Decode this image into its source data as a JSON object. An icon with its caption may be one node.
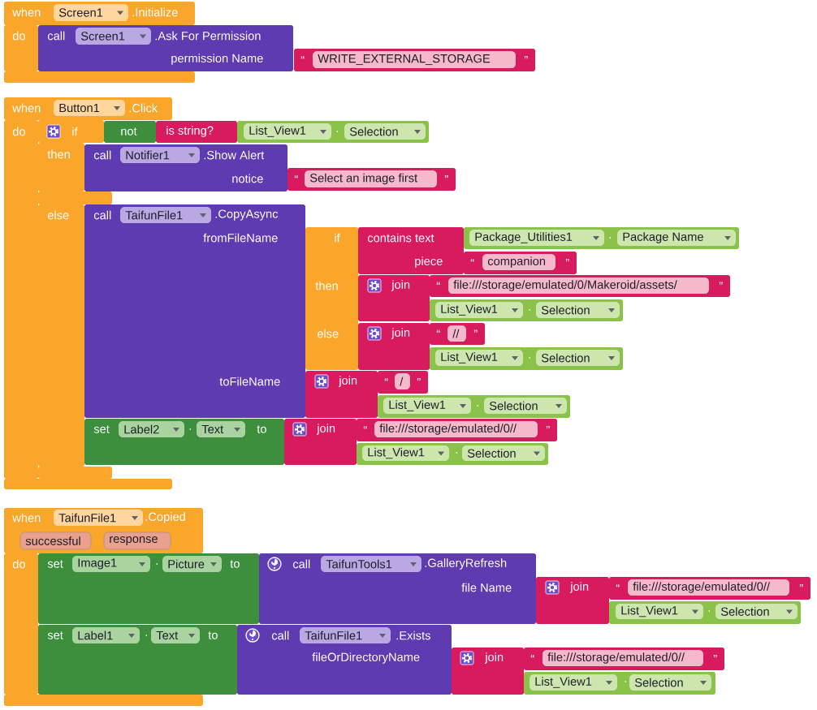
{
  "diagram": {
    "nodes": [
      {
        "text": [
          "when",
          ".Initialize"
        ]
      },
      {
        "text": [
          "Screen1"
        ],
        "in": 0
      },
      {
        "text": [
          "call",
          ".Ask For Permission",
          "permission Name"
        ]
      },
      {
        "text": [
          "Screen1"
        ],
        "in": 2
      },
      {
        "text": [
          "“",
          "”"
        ]
      },
      {
        "text": [
          "WRITE_EXTERNAL_STORAGE"
        ],
        "in": 4
      },
      {
        "text": [
          "when",
          ".Click"
        ]
      },
      {
        "text": [
          "Button1"
        ],
        "in": 6
      },
      {
        "text": [
          "if"
        ]
      },
      {
        "text": [
          "not"
        ]
      },
      {
        "text": [
          "is string?"
        ]
      },
      {
        "text": [
          "."
        ]
      },
      {
        "text": [
          "List_View1"
        ],
        "in": 11
      },
      {
        "text": [
          "Selection"
        ],
        "in": 11
      },
      {
        "text": [
          "call",
          ".Show Alert",
          "notice"
        ]
      },
      {
        "text": [
          "Notifier1"
        ],
        "in": 14
      },
      {
        "text": [
          "“",
          "”"
        ]
      },
      {
        "text": [
          "Select an image first"
        ],
        "in": 16
      },
      {
        "text": [
          "call",
          ".CopyAsync",
          "fromFileName",
          "toFileName"
        ]
      },
      {
        "text": [
          "TaifunFile1"
        ],
        "in": 18
      },
      {
        "text": [
          "if",
          "then",
          "else"
        ]
      },
      {
        "text": [
          "contains text",
          "piece"
        ]
      },
      {
        "text": [
          "."
        ]
      },
      {
        "text": [
          "Package_Utilities1"
        ],
        "in": 22
      },
      {
        "text": [
          "Package Name"
        ],
        "in": 22
      },
      {
        "text": [
          "“",
          "”"
        ]
      },
      {
        "text": [
          "companion"
        ],
        "in": 25
      },
      {
        "text": [
          "join"
        ]
      },
      {
        "text": [
          "“",
          "”"
        ]
      },
      {
        "text": [
          "file:///storage/emulated/0/Makeroid/assets/"
        ],
        "in": 28
      },
      {
        "text": [
          "."
        ]
      },
      {
        "text": [
          "List_View1"
        ],
        "in": 30
      },
      {
        "text": [
          "Selection"
        ],
        "in": 30
      },
      {
        "text": [
          "join"
        ]
      },
      {
        "text": [
          "“",
          "”"
        ]
      },
      {
        "text": [
          "//"
        ],
        "in": 34
      },
      {
        "text": [
          "."
        ]
      },
      {
        "text": [
          "List_View1"
        ],
        "in": 36
      },
      {
        "text": [
          "Selection"
        ],
        "in": 36
      },
      {
        "text": [
          "join"
        ]
      },
      {
        "text": [
          "“",
          "”"
        ]
      },
      {
        "text": [
          "/"
        ],
        "in": 40
      },
      {
        "text": [
          "."
        ]
      },
      {
        "text": [
          "List_View1"
        ],
        "in": 42
      },
      {
        "text": [
          "Selection"
        ],
        "in": 42
      },
      {
        "text": [
          "set",
          ".",
          "to"
        ]
      },
      {
        "text": [
          "Label2"
        ],
        "in": 45
      },
      {
        "text": [
          "Text"
        ],
        "in": 45
      },
      {
        "text": [
          "join"
        ]
      },
      {
        "text": [
          "“",
          "”"
        ]
      },
      {
        "text": [
          "file:///storage/emulated/0//"
        ],
        "in": 49
      },
      {
        "text": [
          "."
        ]
      },
      {
        "text": [
          "List_View1"
        ],
        "in": 51
      },
      {
        "text": [
          "Selection"
        ],
        "in": 51
      },
      {
        "text": [
          "when",
          ".Copied"
        ]
      },
      {
        "text": [
          "TaifunFile1"
        ],
        "in": 54
      },
      {
        "text": [
          "successful"
        ],
        "in": 54
      },
      {
        "text": [
          "response"
        ],
        "in": 54
      },
      {
        "text": [
          "set",
          ".",
          "to"
        ]
      },
      {
        "text": [
          "Image1"
        ],
        "in": 58
      },
      {
        "text": [
          "Picture"
        ],
        "in": 58
      },
      {
        "text": [
          "call",
          ".GalleryRefresh",
          "file Name"
        ]
      },
      {
        "text": [
          "TaifunTools1"
        ],
        "in": 61
      },
      {
        "text": [
          "join"
        ]
      },
      {
        "text": [
          "“",
          "”"
        ]
      },
      {
        "text": [
          "file:///storage/emulated/0//"
        ],
        "in": 64
      },
      {
        "text": [
          "."
        ]
      },
      {
        "text": [
          "List_View1"
        ],
        "in": 66
      },
      {
        "text": [
          "Selection"
        ],
        "in": 66
      },
      {
        "text": [
          "set",
          ".",
          "to"
        ]
      },
      {
        "text": [
          "Label1"
        ],
        "in": 69
      },
      {
        "text": [
          "Text"
        ],
        "in": 69
      },
      {
        "text": [
          "call",
          ".Exists",
          "fileOrDirectoryName"
        ]
      },
      {
        "text": [
          "TaifunFile1"
        ],
        "in": 72
      },
      {
        "text": [
          "join"
        ]
      },
      {
        "text": [
          "“",
          "”"
        ]
      },
      {
        "text": [
          "file:///storage/emulated/0//"
        ],
        "in": 75
      },
      {
        "text": [
          "."
        ]
      },
      {
        "text": [
          "List_View1"
        ],
        "in": 77
      },
      {
        "text": [
          "Selection"
        ],
        "in": 77
      }
    ],
    "labels": [
      "do",
      "do",
      "then",
      "else",
      "do"
    ]
  }
}
